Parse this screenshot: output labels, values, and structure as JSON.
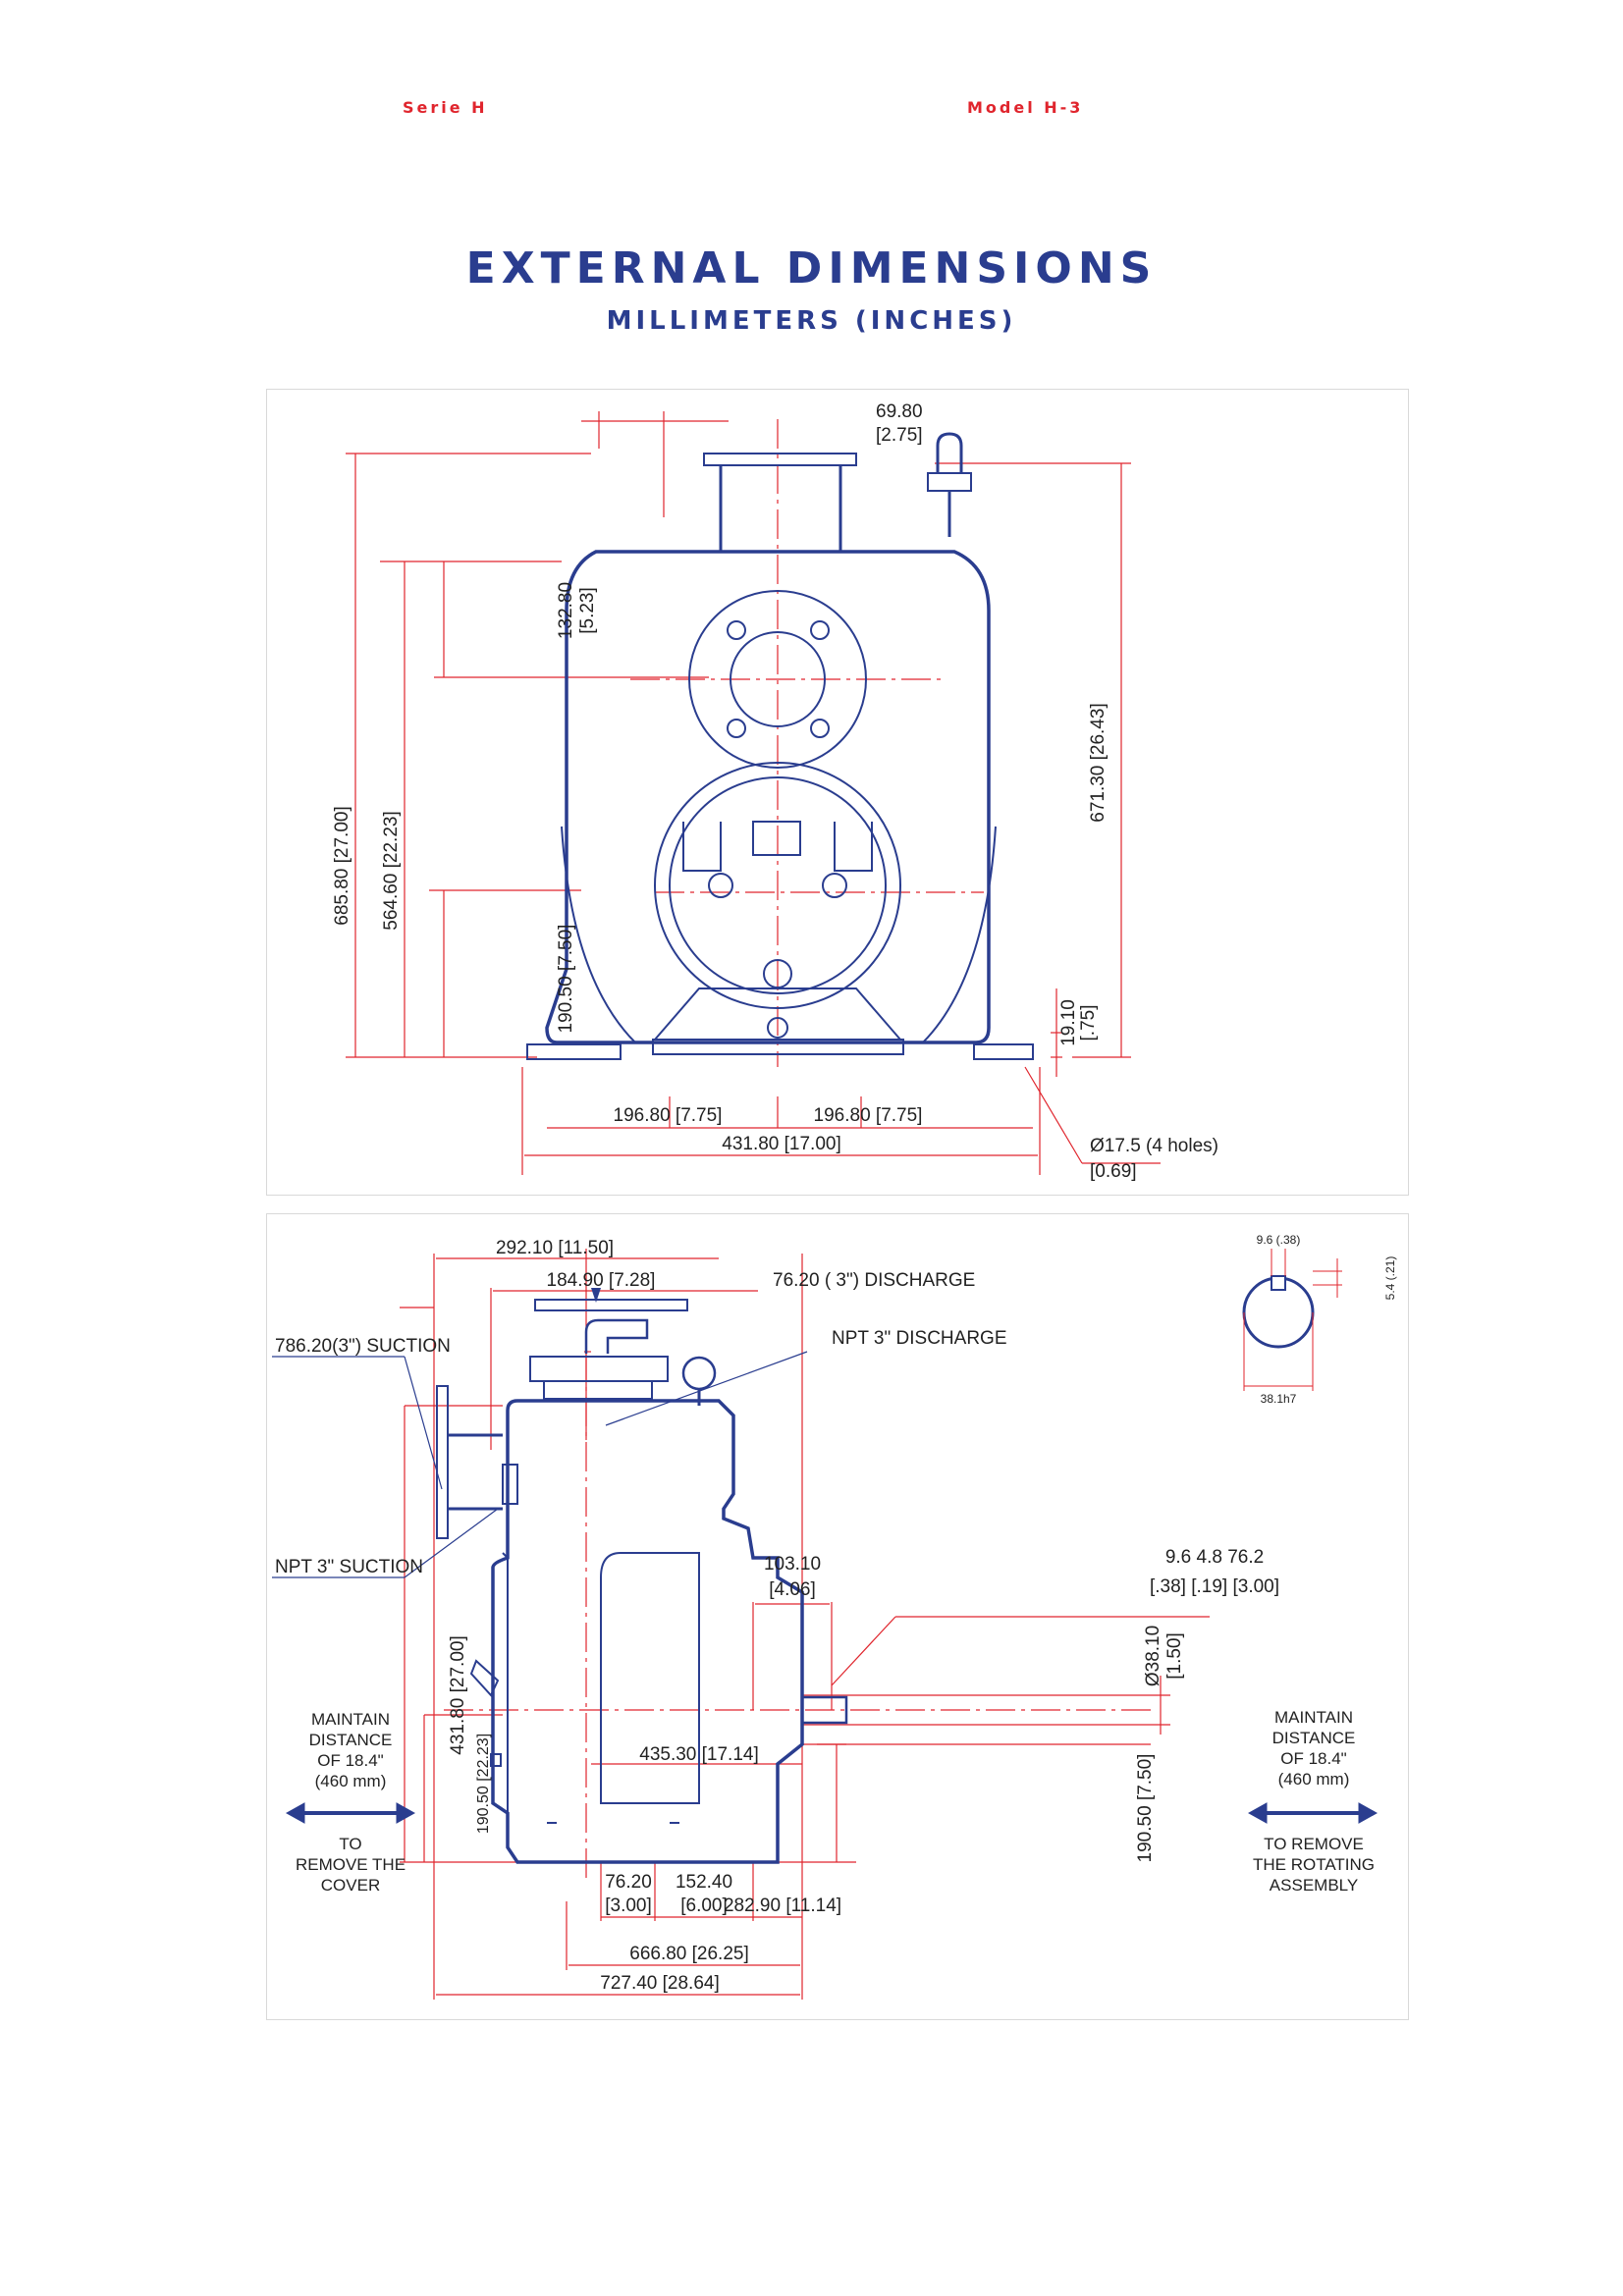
{
  "header": {
    "series": "Serie H",
    "model": "Model H-3"
  },
  "title": "EXTERNAL DIMENSIONS",
  "subtitle": "MILLIMETERS (INCHES)",
  "front_view": {
    "dim_top": [
      "69.80",
      "[2.75]"
    ],
    "dim_total_height": "685.80 [27.00]",
    "dim_body_height": "564.60 [22.23]",
    "dim_top_offset": [
      "132.80",
      "[5.23]"
    ],
    "dim_base_height": "190.50 [7.50]",
    "dim_right_height": "671.30 [26.43]",
    "dim_foot": [
      "19.10",
      "[.75]"
    ],
    "dim_half_left": "196.80 [7.75]",
    "dim_half_right": "196.80 [7.75]",
    "dim_base_width": "431.80 [17.00]",
    "dim_holes": [
      "Ø17.5 (4 holes)",
      "[0.69]"
    ]
  },
  "side_view": {
    "dim_292": "292.10 [11.50]",
    "dim_184": "184.90 [7.28]",
    "discharge_flange": "76.20 ( 3\") DISCHARGE",
    "npt_discharge": "NPT 3\" DISCHARGE",
    "suction_flange": "786.20(3\") SUCTION",
    "npt_suction": "NPT 3\" SUCTION",
    "dim_103": [
      "103.10",
      "[4.06]"
    ],
    "key_dims": [
      "9.6   4.8   76.2",
      "[.38]  [.19]  [3.00]"
    ],
    "dim_shaft": [
      "Ø38.10",
      "[1.50]"
    ],
    "dim_431": "431.80 [27.00]",
    "dim_190_left": "190.50 [22.23]",
    "dim_190_right": "190.50 [7.50]",
    "dim_435": "435.30 [17.14]",
    "dim_76": [
      "76.20",
      "[3.00]"
    ],
    "dim_152": [
      "152.40",
      "[6.00]"
    ],
    "dim_282": "282.90 [11.14]",
    "dim_666": "666.80 [26.25]",
    "dim_727": "727.40 [28.64]",
    "maintain_left": [
      "MAINTAIN",
      "DISTANCE",
      "OF 18.4\"",
      "(460 mm)"
    ],
    "maintain_left_purpose": [
      "TO",
      "REMOVE THE",
      "COVER"
    ],
    "maintain_right": [
      "MAINTAIN",
      "DISTANCE",
      "OF 18.4\"",
      "(460 mm)"
    ],
    "maintain_right_purpose": [
      "TO REMOVE",
      "THE ROTATING",
      "ASSEMBLY"
    ],
    "keyway": {
      "width": "9.6 (.38)",
      "depth": "5.4 (.21)",
      "diameter": "38.1h7"
    }
  },
  "colors": {
    "header": "#e0252d",
    "title": "#2a3d8f",
    "outline": "#2a3d8f",
    "dimension": "#e0252d"
  }
}
